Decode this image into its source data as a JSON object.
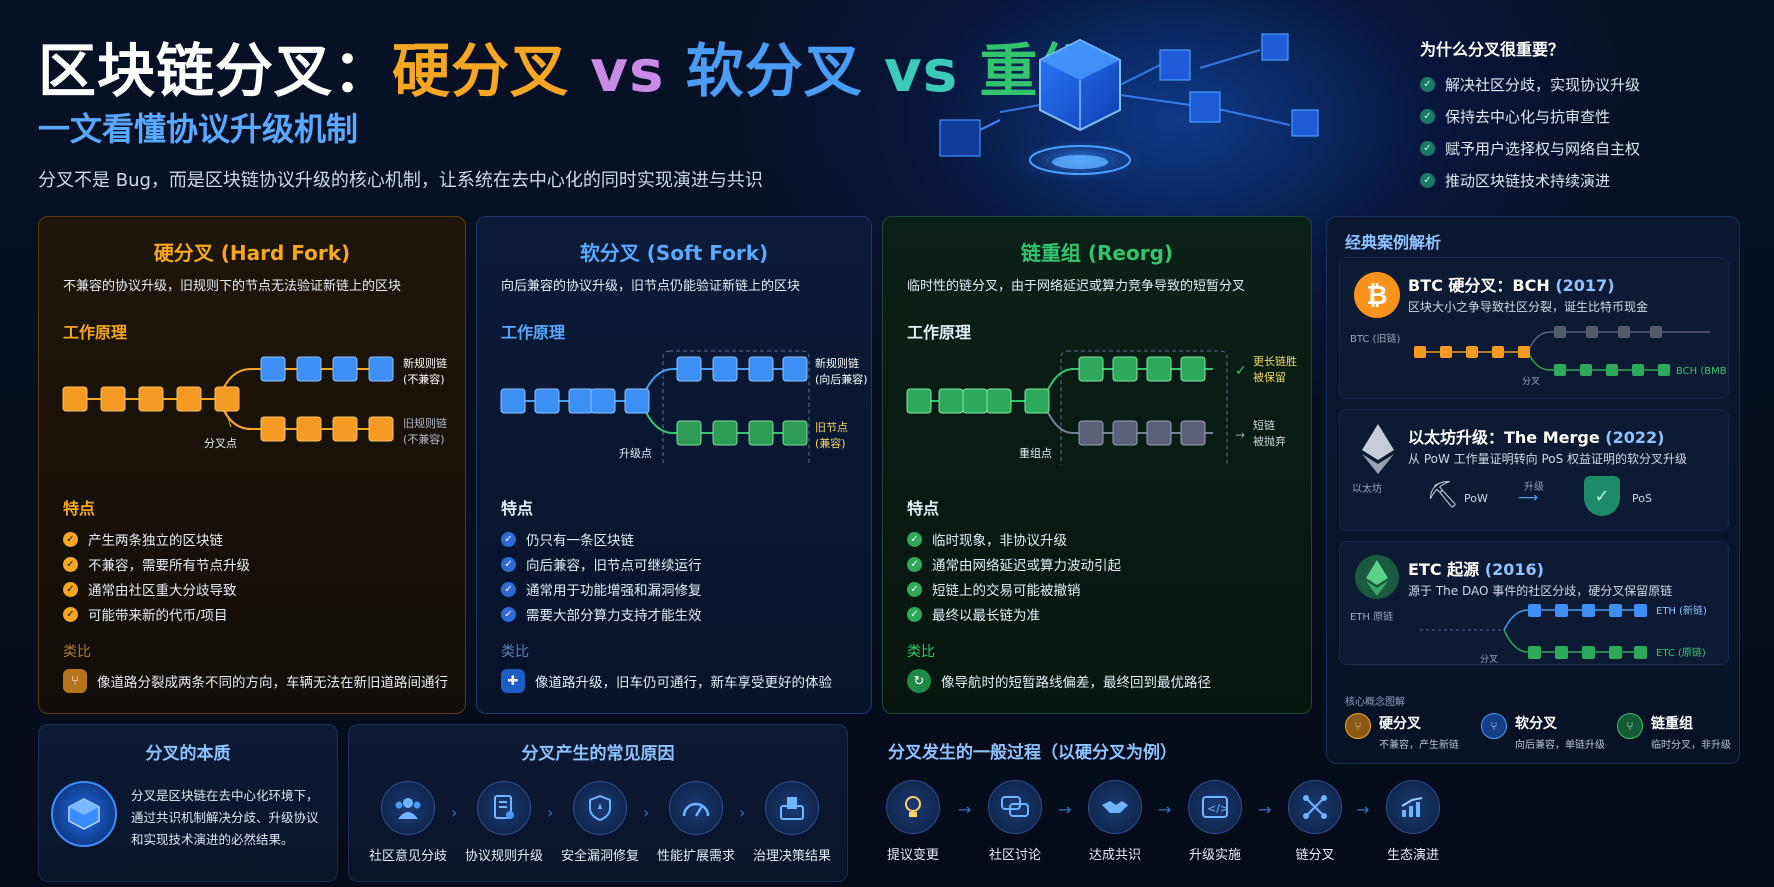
{
  "header": {
    "title_part1": "区块链分叉：",
    "title_hard": "硬分叉",
    "title_vs1": "vs",
    "title_soft": "软分叉",
    "title_vs2": "vs",
    "title_reorg": "重组",
    "subtitle": "一文看懂协议升级机制",
    "intro": "分叉不是 Bug，而是区块链协议升级的核心机制，让系统在去中心化的同时实现演进与共识"
  },
  "why": {
    "title": "为什么分叉很重要？",
    "items": [
      "解决社区分歧，实现协议升级",
      "保持去中心化与抗审查性",
      "赋予用户选择权与网络自主权",
      "推动区块链技术持续演进"
    ]
  },
  "hard": {
    "title": "硬分叉 (Hard Fork)",
    "subtitle": "不兼容的协议升级，旧规则下的节点无法验证新链上的区块",
    "principle": "工作原理",
    "fork_label": "分叉点",
    "new_chain": [
      "新规则链",
      "(不兼容)"
    ],
    "old_chain": [
      "旧规则链",
      "(不兼容)"
    ],
    "features_title": "特点",
    "features": [
      "产生两条独立的区块链",
      "不兼容，需要所有节点升级",
      "通常由社区重大分歧导致",
      "可能带来新的代币/项目"
    ],
    "analogy_title": "类比",
    "analogy": "像道路分裂成两条不同的方向，车辆无法在新旧道路间通行",
    "color": "#f5a623"
  },
  "soft": {
    "title": "软分叉 (Soft Fork)",
    "subtitle": "向后兼容的协议升级，旧节点仍能验证新链上的区块",
    "principle": "工作原理",
    "fork_label": "升级点",
    "new_chain": [
      "新规则链",
      "(向后兼容)"
    ],
    "old_chain": [
      "旧节点",
      "(兼容)"
    ],
    "features_title": "特点",
    "features": [
      "仍只有一条区块链",
      "向后兼容，旧节点可继续运行",
      "通常用于功能增强和漏洞修复",
      "需要大部分算力支持才能生效"
    ],
    "analogy_title": "类比",
    "analogy": "像道路升级，旧车仍可通行，新车享受更好的体验",
    "color": "#4a9cf5"
  },
  "reorg": {
    "title": "链重组 (Reorg)",
    "subtitle": "临时性的链分叉，由于网络延迟或算力竞争导致的短暂分叉",
    "principle": "工作原理",
    "fork_label": "重组点",
    "new_chain": [
      "更长链胜",
      "被保留"
    ],
    "old_chain": [
      "短链",
      "被抛弃"
    ],
    "features_title": "特点",
    "features": [
      "临时现象，非协议升级",
      "通常由网络延迟或算力波动引起",
      "短链上的交易可能被撤销",
      "最终以最长链为准"
    ],
    "analogy_title": "类比",
    "analogy": "像导航时的短暂路线偏差，最终回到最优路径",
    "color": "#35c46e"
  },
  "cases": {
    "title": "经典案例解析",
    "btc": {
      "title": "BTC 硬分叉：BCH",
      "year": "(2017)",
      "desc": "区块大小之争导致社区分裂，诞生比特币现金",
      "left": "BTC (旧链)",
      "fork": "分叉",
      "new": "BCH (BMB)"
    },
    "eth": {
      "title": "以太坊升级：The Merge",
      "year": "(2022)",
      "desc": "从 PoW 工作量证明转向 PoS 权益证明的软分叉升级",
      "left": "以太坊",
      "pow": "PoW",
      "pos": "PoS",
      "up": "升级"
    },
    "etc": {
      "title": "ETC 起源",
      "year": "(2016)",
      "desc": "源于 The DAO 事件的社区分歧，硬分叉保留原链",
      "left": "ETH 原链",
      "fork": "分叉",
      "eth": "ETH (新链)",
      "etcl": "ETC (原链)"
    }
  },
  "legend": {
    "title": "核心概念图解",
    "items": [
      {
        "name": "硬分叉",
        "desc": "不兼容，产生新链",
        "color": "#f5a623"
      },
      {
        "name": "软分叉",
        "desc": "向后兼容，单链升级",
        "color": "#4a9cf5"
      },
      {
        "name": "链重组",
        "desc": "临时分叉，非升级",
        "color": "#35c46e"
      }
    ]
  },
  "essence": {
    "title": "分叉的本质",
    "text": [
      "分叉是区块链在去中心化环境下，",
      "通过共识机制解决分歧、升级协议",
      "和实现技术演进的必然结果。"
    ]
  },
  "causes": {
    "title": "分叉产生的常见原因",
    "items": [
      "社区意见分歧",
      "协议规则升级",
      "安全漏洞修复",
      "性能扩展需求",
      "治理决策结果"
    ]
  },
  "process": {
    "title": "分叉发生的一般过程（以硬分叉为例）",
    "items": [
      "提议变更",
      "社区讨论",
      "达成共识",
      "升级实施",
      "链分叉",
      "生态演进"
    ]
  }
}
